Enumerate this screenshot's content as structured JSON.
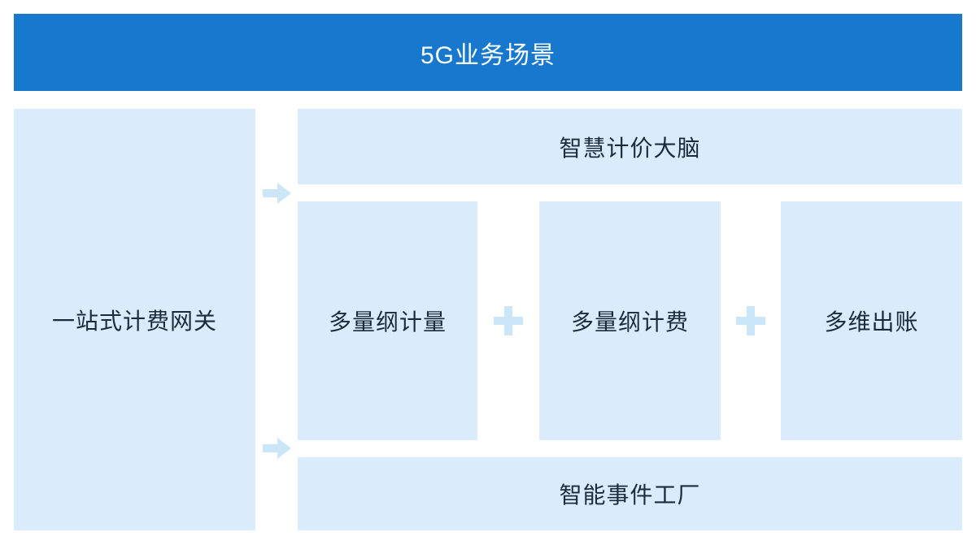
{
  "colors": {
    "page_bg": "#ffffff",
    "header_bg": "#1878cd",
    "header_text": "#ffffff",
    "panel_bg": "#daecfc",
    "panel_text": "#1a2b3c",
    "connector": "#cbe5f9"
  },
  "header": {
    "title": "5G业务场景"
  },
  "left_panel": {
    "label": "一站式计费网关"
  },
  "right_panel": {
    "top_box": {
      "label": "智慧计价大脑"
    },
    "middle_row": {
      "boxes": [
        {
          "label": "多量纲计量"
        },
        {
          "label": "多量纲计费"
        },
        {
          "label": "多维出账"
        }
      ]
    },
    "bottom_box": {
      "label": "智能事件工厂"
    }
  },
  "icons": {
    "arrow_top": "arrow-right-icon",
    "arrow_bottom": "arrow-right-icon",
    "plus_between_boxes": "plus-icon"
  }
}
